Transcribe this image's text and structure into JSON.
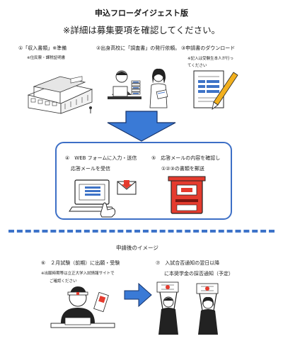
{
  "header": {
    "title": "申込フローダイジェスト版",
    "subtitle": "※詳細は募集要項を確認してください。"
  },
  "steps": [
    {
      "label": "①「収入書類」※準備",
      "note": "※住民票・課税証明書"
    },
    {
      "label": "②出身高校に「調査書」の発行依頼。"
    },
    {
      "label": "③申請書のダウンロード",
      "note": [
        "※記入は受験生本人が行っ",
        "てください"
      ]
    },
    {
      "label": [
        "④　WEB フォームに入力・送信",
        "応答メールを受信"
      ]
    },
    {
      "label": [
        "⑤　応答メールの内容を確認し",
        "①②③の書類を郵送"
      ]
    }
  ],
  "after": {
    "heading": "申請後のイメージ",
    "step6": {
      "label": "⑥　２月試験（前期）に出願・受験",
      "note": [
        "※出願時期等は立正大学入試情報サイトで",
        "ご確認ください"
      ]
    },
    "step7": {
      "label": [
        "⑦　入試合否通知の翌日以降",
        "に本奨学金の採否通知（予定）"
      ]
    }
  },
  "colors": {
    "accent": "#3d73c9",
    "arrow": "#3a7ad6",
    "mailbox": "#e53b2e",
    "ink": "#1a1a1a"
  },
  "icons": [
    "building-icon",
    "desk-teacher-icon",
    "document-pen-icon",
    "laptop-form-icon",
    "envelope-icon",
    "post-box-icon",
    "student-test-icon",
    "right-arrow-icon",
    "celebrating-students-icon",
    "down-arrow-icon"
  ]
}
